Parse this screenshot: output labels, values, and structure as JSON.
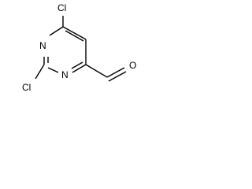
{
  "molecule": {
    "atoms": {
      "cl_top": "Cl",
      "n_upper": "N",
      "n_lower": "N",
      "cl_bottom": "Cl",
      "o_aldehyde": "O"
    },
    "colors": {
      "bond": "#000000",
      "text": "#000000",
      "background": "#ffffff"
    }
  }
}
